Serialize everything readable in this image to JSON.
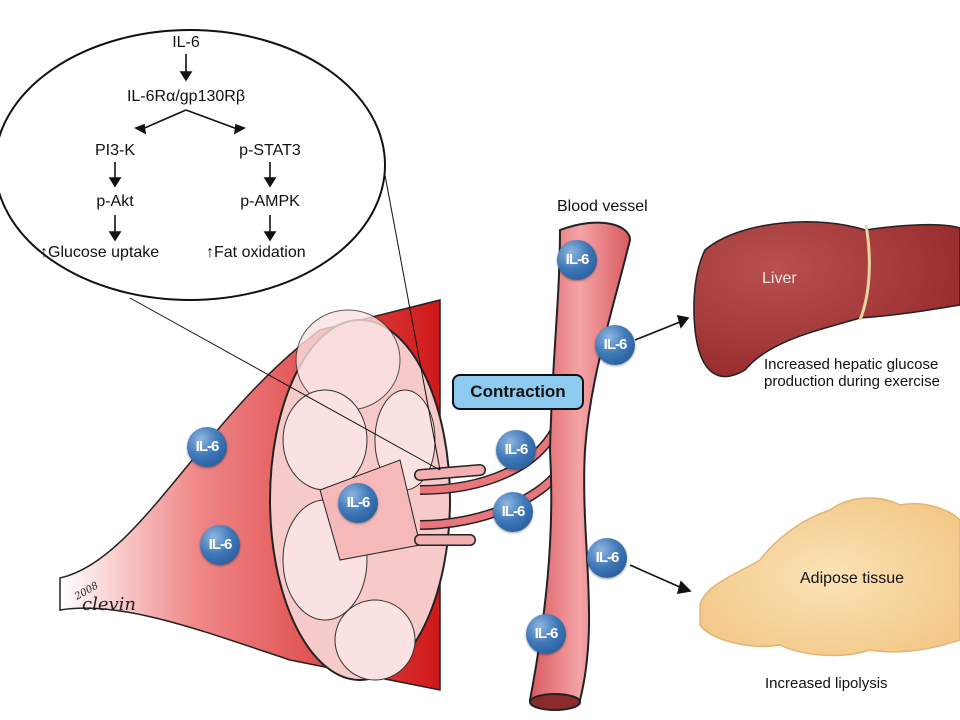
{
  "pathway": {
    "top": "IL-6",
    "receptor": "IL-6Rα/gp130Rβ",
    "left_branch": [
      "PI3-K",
      "p-Akt",
      "Glucose uptake"
    ],
    "right_branch": [
      "p-STAT3",
      "p-AMPK",
      "Fat oxidation"
    ],
    "increase_symbol": "↑"
  },
  "labels": {
    "blood_vessel": "Blood vessel",
    "contraction": "Contraction",
    "liver": "Liver",
    "liver_caption_1": "Increased hepatic glucose",
    "liver_caption_2": "production during exercise",
    "adipose": "Adipose tissue",
    "adipose_caption": "Increased lipolysis"
  },
  "molecule": "IL-6",
  "signature": {
    "year": "2008",
    "name": "clevin"
  },
  "colors": {
    "muscle": "#d42020",
    "vessel": "#e8767a",
    "liver": "#9c2e2e",
    "adipose": "#f6d49a",
    "il6": "#2f65a8",
    "contraction_box": "#8ccaf0"
  }
}
